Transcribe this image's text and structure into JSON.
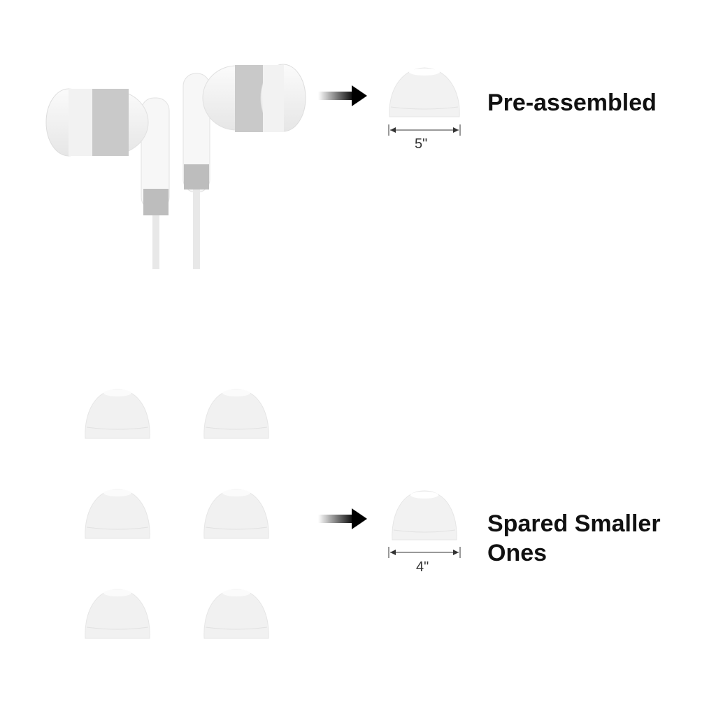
{
  "top": {
    "label": "Pre-assembled",
    "dimension": "5\""
  },
  "bottom": {
    "label_line1": "Spared Smaller",
    "label_line2": "Ones",
    "dimension": "4\""
  },
  "colors": {
    "tip": "#f3f3f3",
    "tip_shade": "#e4e4e4",
    "gray_band": "#c8c8c8",
    "arrow": "#111111"
  }
}
